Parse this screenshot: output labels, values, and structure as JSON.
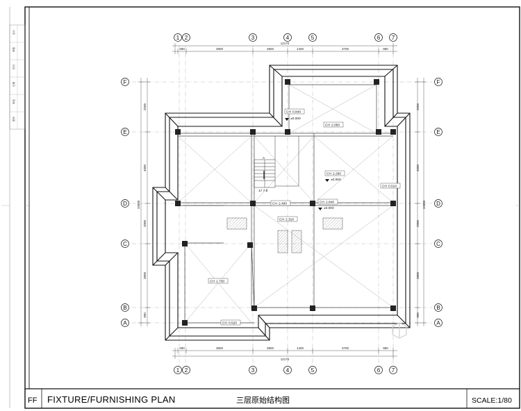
{
  "title_block": {
    "prefix": "FF",
    "title": "FIXTURE/FURNISHING PLAN",
    "subtitle": "三层原始结构图",
    "scale": "SCALE:1/80"
  },
  "left_strip_labels": [
    "设计",
    "审核",
    "校对",
    "日期",
    "审定",
    "图号"
  ],
  "grid_columns": [
    "1",
    "2",
    "3",
    "4",
    "5",
    "6",
    "7"
  ],
  "grid_rows": [
    "F",
    "E",
    "D",
    "C",
    "B",
    "A"
  ],
  "top_dimensions": {
    "total": "12170",
    "segments": [
      "490",
      "3800",
      "3800",
      "1400",
      "3700",
      "980"
    ]
  },
  "bottom_dimensions": {
    "total": "12170",
    "segments": [
      "490",
      "3800",
      "3800",
      "1400",
      "3700",
      "980"
    ]
  },
  "left_dimensions": {
    "total": "15000",
    "segments": [
      "2500",
      "4000",
      "2000",
      "3800",
      "900"
    ]
  },
  "right_dimensions": {
    "total": "15000",
    "segments": [
      "2500",
      "4000",
      "2000",
      "3800",
      "900"
    ]
  },
  "ceiling_heights": [
    {
      "label": "CH",
      "value": "0.840",
      "level": "±0.000"
    },
    {
      "label": "CH",
      "value": "2.050"
    },
    {
      "label": "CH",
      "value": "2.290",
      "level": "±0.000"
    },
    {
      "label": "CH",
      "value": "0.510"
    },
    {
      "label": "CH",
      "value": "2.490"
    },
    {
      "label": "CH",
      "value": "2.840",
      "level": "±0.000"
    },
    {
      "label": "CH",
      "value": "2.310"
    },
    {
      "label": "CH",
      "value": "1.730"
    },
    {
      "label": "CH",
      "value": "0.520"
    }
  ],
  "stair": {
    "label": "A",
    "tread_note": "17 7.8"
  }
}
